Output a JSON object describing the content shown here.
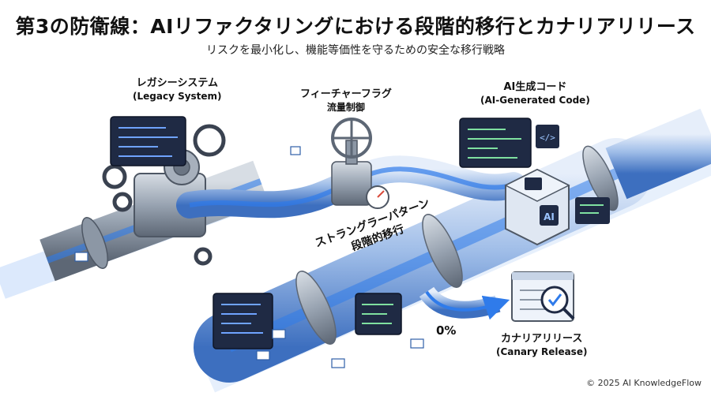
{
  "title": "第3の防衛線：AIリファクタリングにおける段階的移行とカナリアリリース",
  "subtitle": "リスクを最小化し、機能等価性を守るための安全な移行戦略",
  "labels": {
    "legacy": {
      "ja": "レガシーシステム",
      "en": "(Legacy System)"
    },
    "flag": {
      "ja": "フィーチャーフラグ",
      "en": "流量制御"
    },
    "ai": {
      "ja": "AI生成コード",
      "en": "(AI-Generated Code)"
    },
    "strangler": {
      "ja": "ストラングラーパターン",
      "en": "段階的移行"
    },
    "canary": {
      "ja": "カナリアリリース",
      "en": "(Canary Release)"
    }
  },
  "canary_percent": "0%",
  "ai_chip_text": "AI",
  "code_icon_text": "</>",
  "copyright": "© 2025 AI KnowledgeFlow",
  "colors": {
    "pipe_blue": "#5b8fd8",
    "pipe_light": "#cfe0f7",
    "flow_blue": "#2f7bea",
    "steel": "#8c97a5",
    "panel_dark": "#1f2a44"
  }
}
